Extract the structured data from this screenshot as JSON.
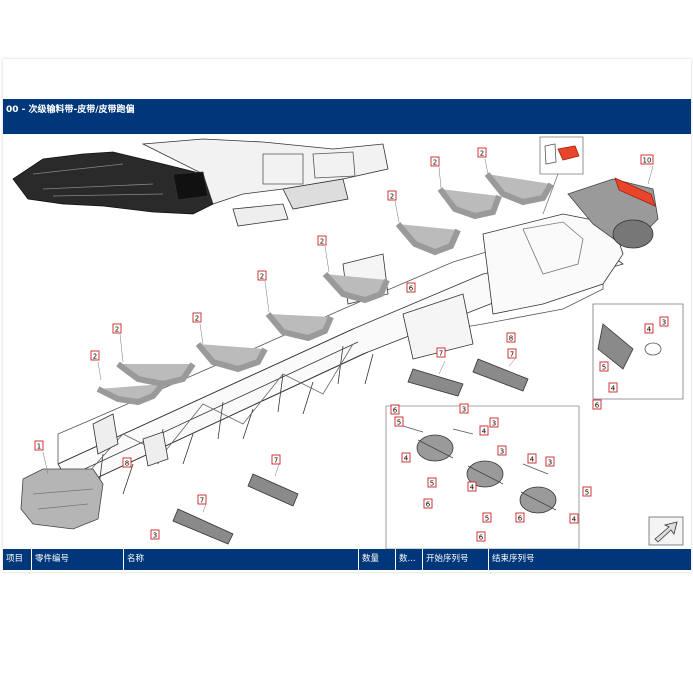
{
  "title": "00 - 次级输料带-皮带/皮带跑偏",
  "callouts": [
    {
      "label": "1"
    },
    {
      "label": "2"
    },
    {
      "label": "3"
    },
    {
      "label": "4"
    },
    {
      "label": "5"
    },
    {
      "label": "6"
    },
    {
      "label": "7"
    },
    {
      "label": "8"
    },
    {
      "label": "10"
    }
  ],
  "table": {
    "columns": [
      "项目",
      "零件编号",
      "名称",
      "数量",
      "数...",
      "开始序列号",
      "结束序列号"
    ]
  },
  "colors": {
    "header_bg": "#00367a",
    "header_text": "#ffffff",
    "callout_border": "#cc2222",
    "highlight_part": "#e8452a"
  },
  "icons": [
    "nav-arrow-icon"
  ]
}
